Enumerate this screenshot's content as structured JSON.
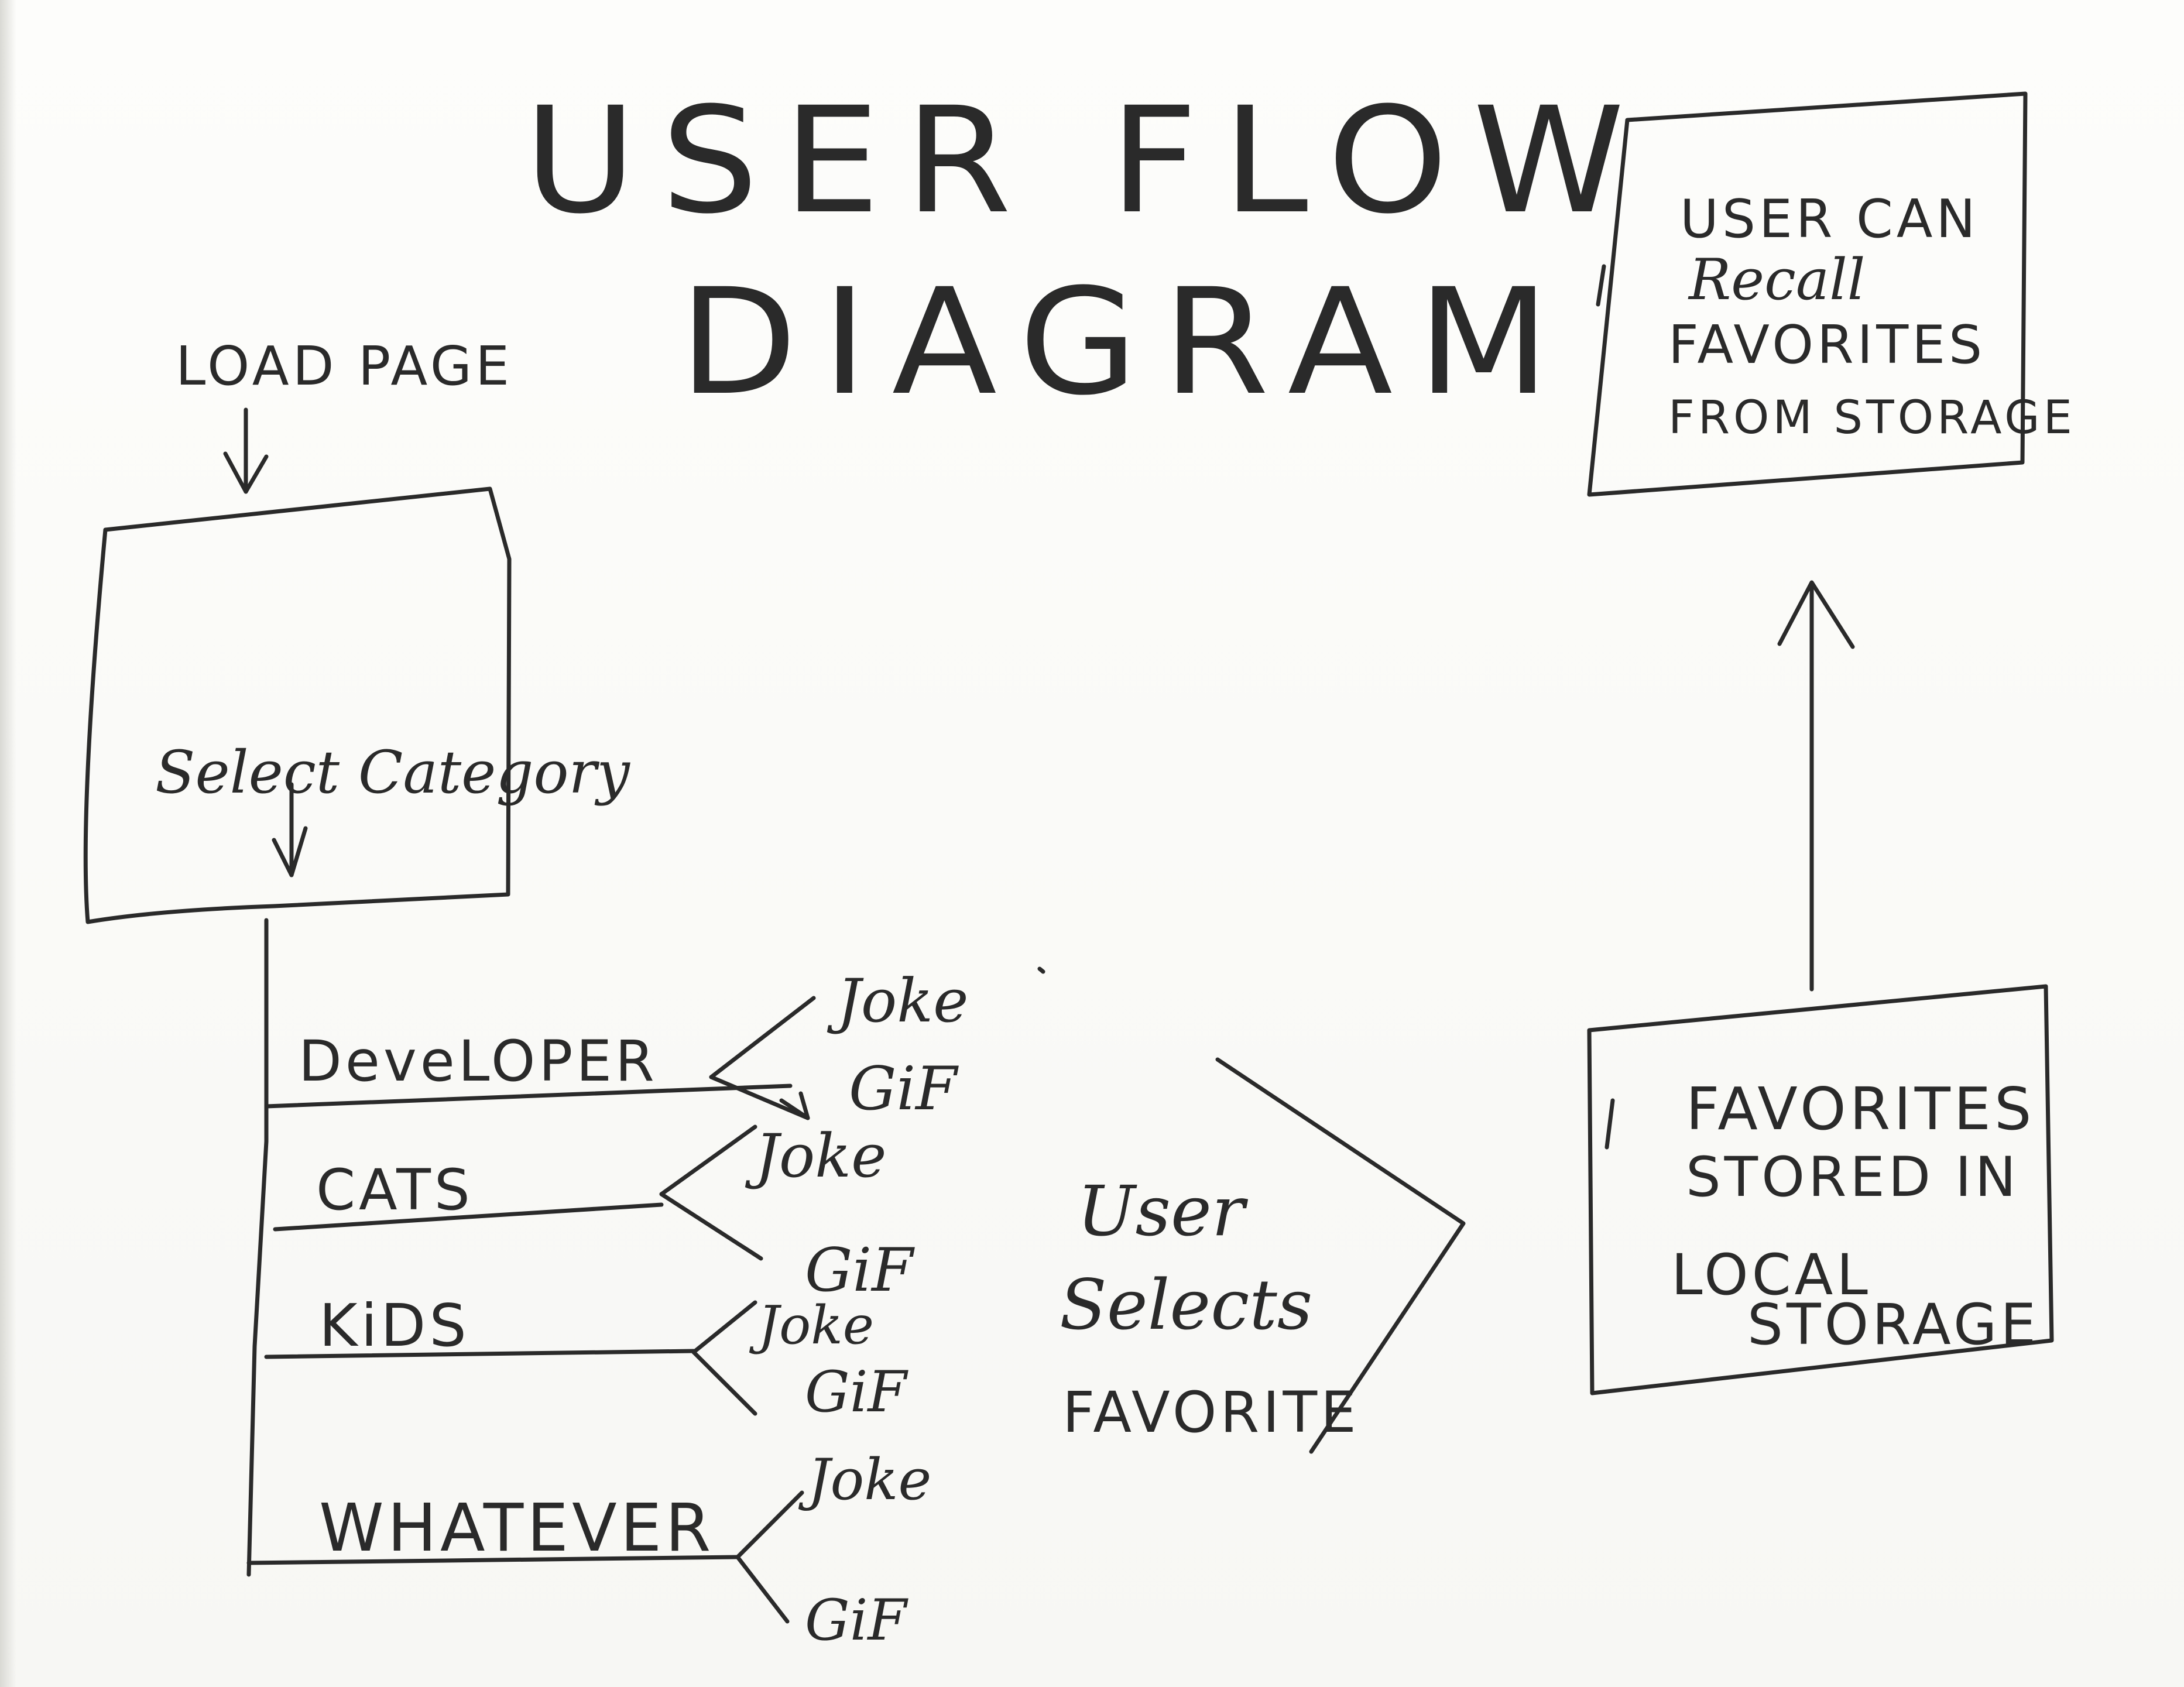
{
  "title": {
    "line1": "USER FLOW",
    "line2": "DIAGRAM"
  },
  "load_page": "LOAD PAGE",
  "select_category": "Select Category",
  "categories": [
    {
      "label": "DeveLOPER",
      "options": [
        "Joke",
        "GiF"
      ]
    },
    {
      "label": "CATS",
      "options": [
        "Joke",
        "GiF"
      ]
    },
    {
      "label": "KiDS",
      "options": [
        "Joke",
        "GiF"
      ]
    },
    {
      "label": "WHATEVER",
      "options": [
        "Joke",
        "GiF"
      ]
    }
  ],
  "user_selects": {
    "line1": "User",
    "line2": "Selects",
    "line3": "FAVORITE"
  },
  "storage_box": {
    "line1": "FAVORITES",
    "line2": "STORED IN",
    "line3": "LOCAL",
    "line4": "STORAGE"
  },
  "recall_box": {
    "line1": "USER CAN",
    "line2": "Recall",
    "line3": "FAVORITES",
    "line4": "FROM STORAGE"
  },
  "colors": {
    "paper": "#fbfbf9",
    "ink": "#2a2a2a"
  }
}
